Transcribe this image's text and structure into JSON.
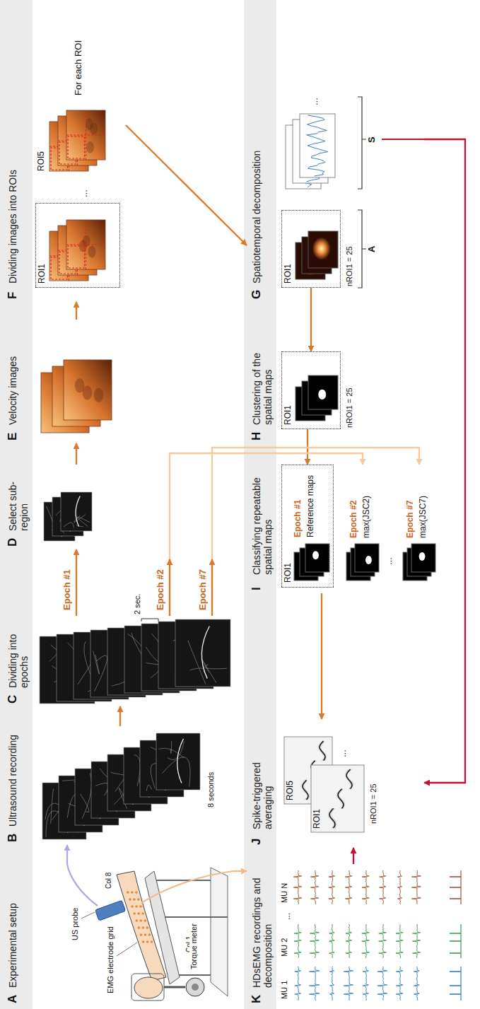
{
  "diagram": {
    "nodes": [
      {
        "text": [
          "A",
          "Experimental setup"
        ]
      },
      {
        "text": [
          "B",
          "Ultrasound recording"
        ]
      },
      {
        "text": [
          "C",
          "Dividing into epochs"
        ]
      },
      {
        "text": [
          "D",
          "Select sub-region"
        ]
      },
      {
        "text": [
          "E",
          "Velocity images"
        ]
      },
      {
        "text": [
          "F",
          "Dividing images into ROIs"
        ]
      },
      {
        "text": [
          "ROI1"
        ],
        "in": 5
      },
      {
        "text": [
          "K",
          "HDsEMG recordings and decomposition"
        ]
      },
      {
        "text": [
          "J",
          "Spike-triggered averaging"
        ]
      },
      {
        "text": [
          "ROI5"
        ],
        "in": 8
      },
      {
        "text": [
          "ROI1"
        ],
        "in": 8
      },
      {
        "text": [
          "I",
          "Classifying repeatable spatial maps"
        ]
      },
      {
        "text": [
          "ROI1",
          "Epoch #1",
          "Reference maps"
        ],
        "in": 11
      },
      {
        "text": [
          "Epoch #2",
          "max(JSC2)"
        ],
        "in": 11
      },
      {
        "text": [
          "Epoch #7",
          "max(JSC7)"
        ],
        "in": 11
      },
      {
        "text": [
          "H",
          "Clustering of the spatial maps"
        ]
      },
      {
        "text": [
          "ROI1"
        ],
        "in": 15
      },
      {
        "text": [
          "G",
          "Spatiotemporal decomposition"
        ]
      },
      {
        "text": [
          "ROI1"
        ],
        "in": 17
      }
    ],
    "edges": [
      {
        "from": 0,
        "to": 1,
        "arrow": "to"
      },
      {
        "from": 0,
        "to": 7,
        "arrow": "to"
      },
      {
        "from": 1,
        "to": 2,
        "arrow": "to"
      },
      {
        "from": 2,
        "to": 3,
        "arrow": "to",
        "label": "Epoch #1"
      },
      {
        "from": 3,
        "to": 4,
        "arrow": "to"
      },
      {
        "from": 4,
        "to": 5,
        "arrow": "to"
      },
      {
        "from": 5,
        "to": 17,
        "arrow": "to"
      },
      {
        "from": 18,
        "to": 16,
        "arrow": "to"
      },
      {
        "from": 16,
        "to": 12,
        "arrow": "to"
      },
      {
        "from": 2,
        "to": 13,
        "arrow": "to",
        "label": "Epoch #2"
      },
      {
        "from": 2,
        "to": 14,
        "arrow": "to",
        "label": "Epoch #7"
      },
      {
        "from": 11,
        "to": 8,
        "arrow": "to"
      },
      {
        "from": 7,
        "to": 8,
        "arrow": "to"
      },
      {
        "from": 17,
        "to": 8,
        "arrow": "to"
      }
    ],
    "labels": [
      "US probe",
      "EMG electrode grid",
      "Col 1",
      "Col 8",
      "Torque meter",
      "8 seconds",
      "2 sec.",
      "ROI5",
      "...",
      "For each ROI",
      "MU 1",
      "MU 2",
      "...",
      "MU N",
      "nROI1 = 25",
      "...",
      "...",
      "nROI1 = 25",
      "nROI1 = 25",
      "A",
      "...",
      "S"
    ]
  }
}
